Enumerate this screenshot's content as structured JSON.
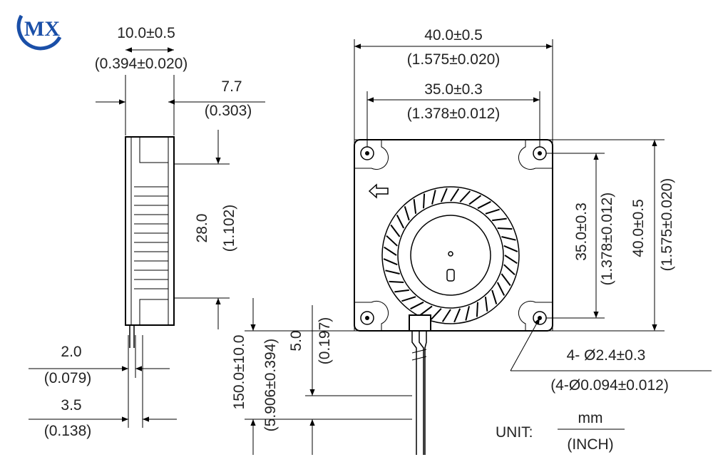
{
  "logo": {
    "text": "MX",
    "color": "#1a4fa8"
  },
  "side_view": {
    "thickness_mm": "10.0±0.5",
    "thickness_in": "(0.394±0.020)",
    "width_mm": "7.7",
    "width_in": "(0.303)",
    "outlet_mm": "28.0",
    "outlet_in": "(1.102)",
    "lead_a_mm": "2.0",
    "lead_a_in": "(0.079)",
    "lead_b_mm": "3.5",
    "lead_b_in": "(0.138)"
  },
  "front_view": {
    "overall_mm": "40.0±0.5",
    "overall_in": "(1.575±0.020)",
    "hole_pitch_mm": "35.0±0.3",
    "hole_pitch_in": "(1.378±0.012)",
    "vert_pitch_mm": "35.0±0.3",
    "vert_pitch_in": "(1.378±0.012)",
    "vert_overall_mm": "40.0±0.5",
    "vert_overall_in": "(1.575±0.020)",
    "hole_dia_mm": "4- Ø2.4±0.3",
    "hole_dia_in": "(4-Ø0.094±0.012)"
  },
  "wire": {
    "length_mm": "150.0±10.0",
    "length_in": "(5.906±0.394)",
    "strip_mm": "5.0",
    "strip_in": "(0.197)"
  },
  "unit": {
    "label": "UNIT:",
    "top": "mm",
    "bottom": "(INCH)"
  }
}
